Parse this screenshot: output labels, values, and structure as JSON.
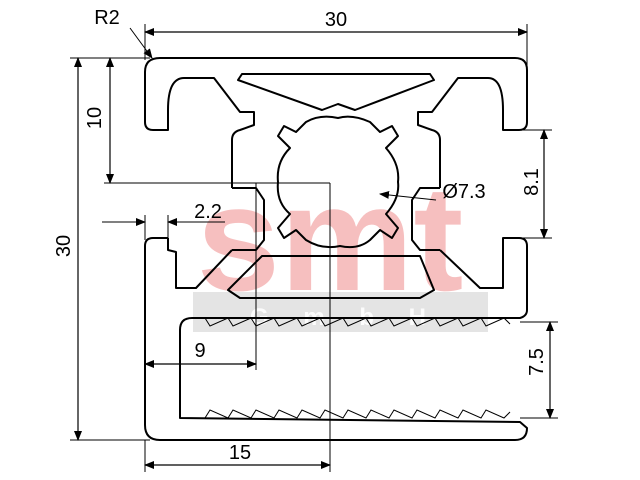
{
  "watermark": {
    "brand": "smt",
    "sub": "G m b H",
    "color": "#f5b5b5",
    "band_color": "#d9d9d9"
  },
  "dimensions": {
    "top_width": "30",
    "corner_radius": "R2",
    "left_height": "30",
    "upper_height": "10",
    "slot_width": "8.1",
    "bore_diameter": "Ø7.3",
    "wall_thickness": "2.2",
    "offset_depth": "9",
    "rack_height": "7.5",
    "base_width": "15"
  },
  "colors": {
    "line": "#000000",
    "background": "#ffffff"
  }
}
